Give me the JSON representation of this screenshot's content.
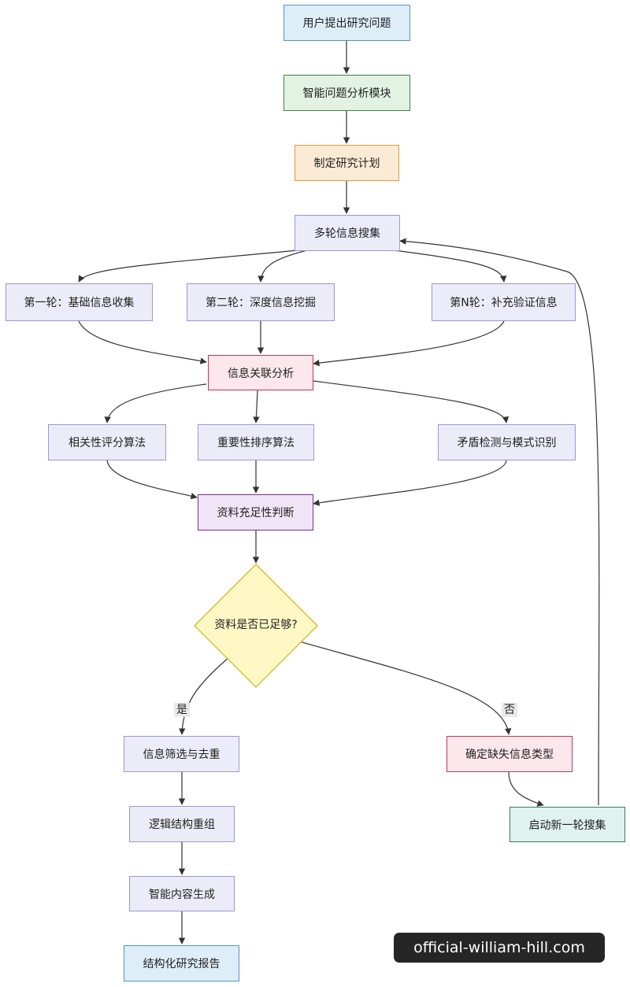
{
  "nodes": {
    "user_question": "用户提出研究问题",
    "analysis_module": "智能问题分析模块",
    "research_plan": "制定研究计划",
    "multi_round_search": "多轮信息搜集",
    "round_one": "第一轮：基础信息收集",
    "round_two": "第二轮：深度信息挖掘",
    "round_n": "第N轮：补充验证信息",
    "info_correlation": "信息关联分析",
    "relevance_scoring": "相关性评分算法",
    "importance_ranking": "重要性排序算法",
    "contradiction_detection": "矛盾检测与模式识别",
    "sufficiency_judgment": "资料充足性判断",
    "decision": "资料是否已足够?",
    "filter_dedup": "信息筛选与去重",
    "logic_restructure": "逻辑结构重组",
    "content_generation": "智能内容生成",
    "structured_report": "结构化研究报告",
    "missing_info_type": "确定缺失信息类型",
    "new_search_round": "启动新一轮搜集"
  },
  "edge_labels": {
    "yes": "是",
    "no": "否"
  },
  "colors": {
    "blue": "#deeef9",
    "green": "#e2f2e3",
    "orange": "#fcebd4",
    "lavender": "#ececf9",
    "pink": "#fbe7ec",
    "purple": "#f0e5f7",
    "yellow": "#fdf8c4",
    "teal": "#dff2ee",
    "arrow": "#333333"
  },
  "watermark": "official-william-hill.com"
}
